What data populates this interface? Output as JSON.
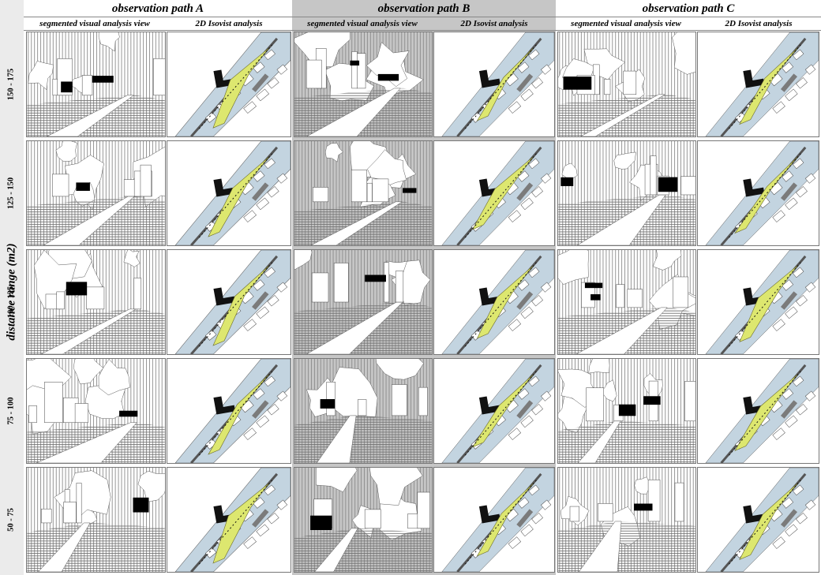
{
  "y_axis_label": "distance range (m2)",
  "paths": [
    {
      "title": "observation path A"
    },
    {
      "title": "observation path B"
    },
    {
      "title": "observation path C"
    }
  ],
  "column_labels": {
    "view": "segmented visual analysis view",
    "isovist": "2D Isovist analysis"
  },
  "rows": [
    {
      "range": "150 - 175"
    },
    {
      "range": "125 - 150"
    },
    {
      "range": "100 - 125"
    },
    {
      "range": "75 - 100"
    },
    {
      "range": "50 - 75"
    }
  ],
  "colors": {
    "sidebar": "#ebebeb",
    "path_b_band": "#c6c6c6",
    "map_water": "#c3d4e0",
    "isovist": "#dde76f",
    "hatch": "#8a8a8a",
    "obstacle": "#000000"
  }
}
